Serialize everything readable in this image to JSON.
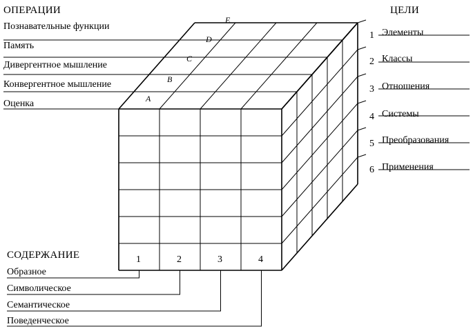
{
  "operations": {
    "title": "ОПЕРАЦИИ",
    "items": [
      {
        "letter": "E",
        "label": "Познавательные функции"
      },
      {
        "letter": "D",
        "label": "Память"
      },
      {
        "letter": "C",
        "label": "Дивергентное мышление"
      },
      {
        "letter": "B",
        "label": "Конвергентное мышление"
      },
      {
        "letter": "A",
        "label": "Оценка"
      }
    ]
  },
  "products": {
    "title": "ЦЕЛИ",
    "items": [
      {
        "number": "1",
        "label": "Элементы"
      },
      {
        "number": "2",
        "label": "Классы"
      },
      {
        "number": "3",
        "label": "Отношения"
      },
      {
        "number": "4",
        "label": "Системы"
      },
      {
        "number": "5",
        "label": "Преобразования"
      },
      {
        "number": "6",
        "label": "Применения"
      }
    ]
  },
  "contents": {
    "title": "СОДЕРЖАНИЕ",
    "items": [
      {
        "number": "1",
        "label": "Образное"
      },
      {
        "number": "2",
        "label": "Символическое"
      },
      {
        "number": "3",
        "label": "Семантическое"
      },
      {
        "number": "4",
        "label": "Поведенческое"
      }
    ]
  }
}
